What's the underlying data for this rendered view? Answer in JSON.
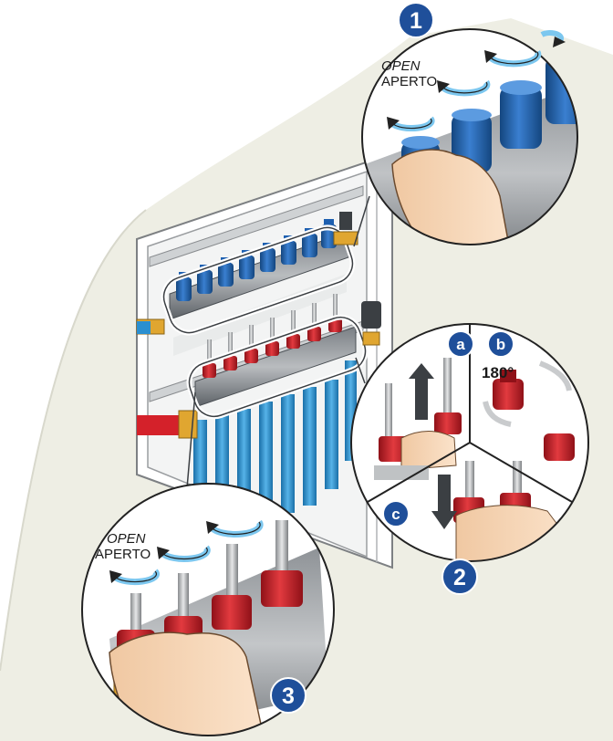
{
  "labels": {
    "open": "OPEN",
    "aperto": "APERTO",
    "angle": "180°"
  },
  "steps": {
    "one": "1",
    "two": "2",
    "three": "3",
    "a": "a",
    "b": "b",
    "c": "c"
  },
  "colors": {
    "step_badge": "#1f4f9a",
    "cap_blue": "#1d5fb0",
    "valve_red": "#d4212a",
    "pipe_blue": "#2a8fd0",
    "arrow_blue": "#7cc7ef",
    "wall": "#eeeee4"
  },
  "icons": {
    "rotate": "rotate-arrow-icon",
    "lift": "lift-arrow-icon",
    "lower": "lower-arrow-icon"
  }
}
